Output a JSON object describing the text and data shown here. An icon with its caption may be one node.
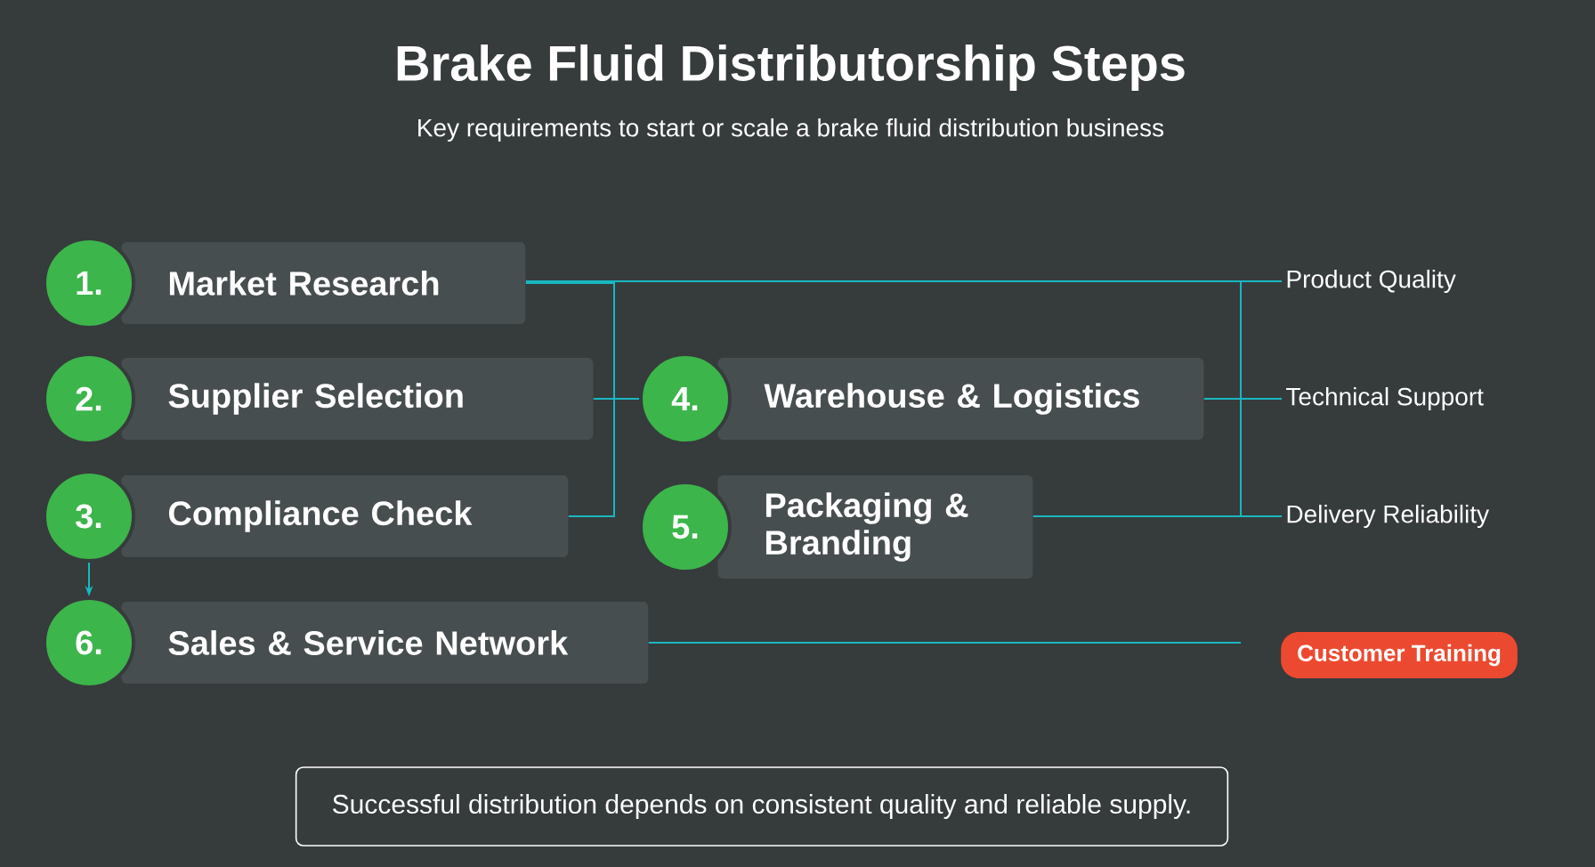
{
  "diagram": {
    "title": "Brake Fluid Distributorship Steps",
    "nodes": [
      {
        "text": [
          "1.",
          "Market Research"
        ]
      },
      {
        "text": [
          "2.",
          "Supplier Selection"
        ]
      },
      {
        "text": [
          "3.",
          "Compliance Check"
        ]
      },
      {
        "text": [
          "4.",
          "Warehouse & Logistics"
        ]
      },
      {
        "text": [
          "5.",
          "Packaging & Branding"
        ]
      },
      {
        "text": [
          "6.",
          "Sales & Service Network"
        ]
      },
      {
        "text": [
          "Product Quality"
        ]
      },
      {
        "text": [
          "Technical Support"
        ]
      },
      {
        "text": [
          "Delivery Reliability"
        ]
      },
      {
        "text": [
          "Customer Training"
        ]
      },
      {
        "text": [
          "Successful distribution depends on consistent quality and reliable supply."
        ]
      }
    ],
    "edges": [
      {
        "from": 0,
        "to": 3,
        "arrow": "none"
      },
      {
        "from": 1,
        "to": 3,
        "arrow": "none"
      },
      {
        "from": 2,
        "to": 3,
        "arrow": "none"
      },
      {
        "from": 0,
        "to": 6,
        "arrow": "none"
      },
      {
        "from": 3,
        "to": 7,
        "arrow": "none"
      },
      {
        "from": 4,
        "to": 8,
        "arrow": "none"
      },
      {
        "from": 2,
        "to": 5,
        "arrow": "to"
      },
      {
        "from": 5,
        "to": 9,
        "arrow": "none"
      }
    ],
    "labels": [
      "Key requirements to start or scale a brake fluid distribution business"
    ]
  }
}
